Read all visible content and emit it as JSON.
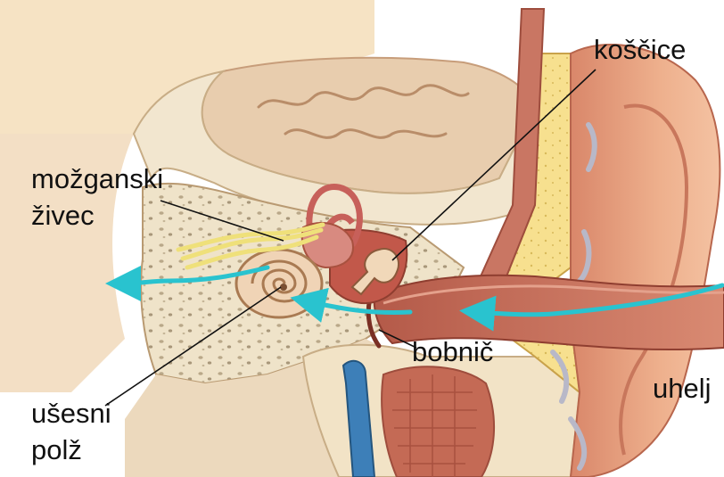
{
  "diagram": {
    "labels": {
      "ossicles": "koščice",
      "nerve_line1": "možganski",
      "nerve_line2": "živec",
      "eardrum": "bobnič",
      "cochlea_line1": "ušesni",
      "cochlea_line2": "polž",
      "pinna": "uhelj"
    },
    "colors": {
      "sound_arrow": "#29c3cf",
      "bone": "#f0e2c6",
      "brain": "#e7cfb0",
      "tissue": "#c9735e",
      "fat": "#f6df8c",
      "skin": "#e7a57f"
    }
  }
}
